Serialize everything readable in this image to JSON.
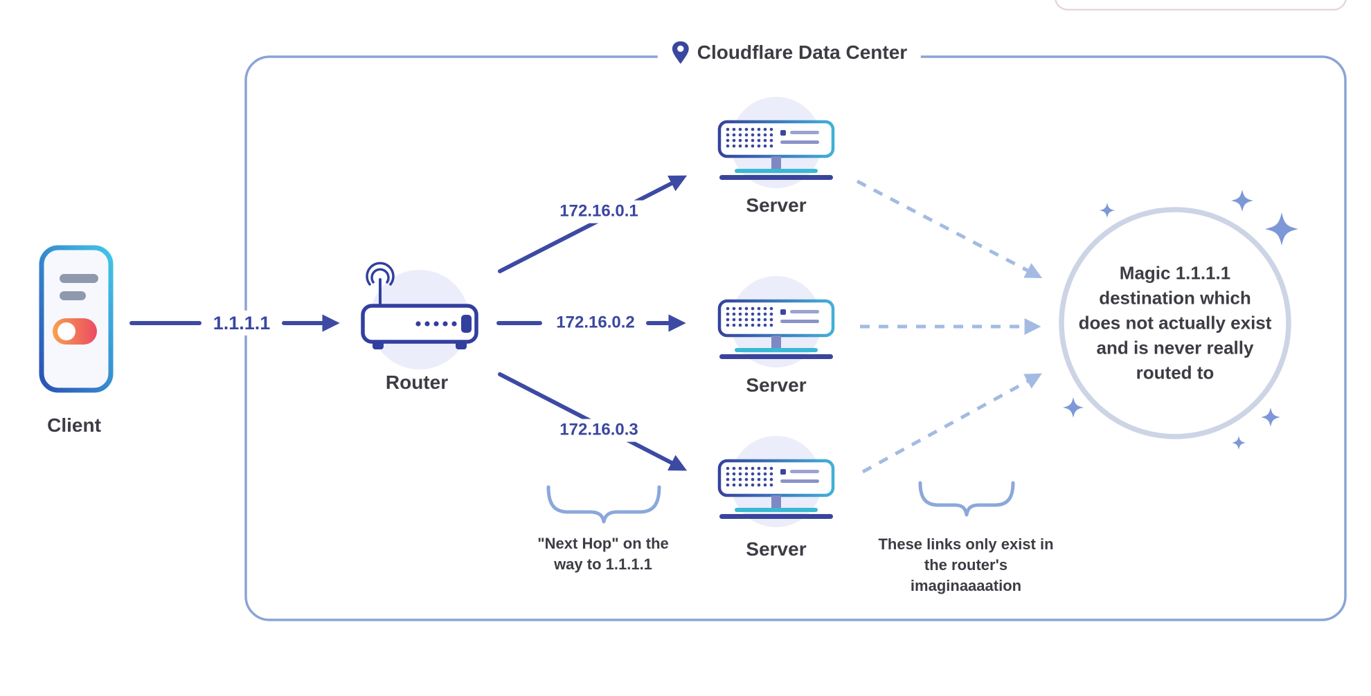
{
  "diagram": {
    "datacenter_title": "Cloudflare Data Center",
    "client": {
      "label": "Client",
      "request_ip": "1.1.1.1"
    },
    "router": {
      "label": "Router"
    },
    "routes": [
      {
        "ip": "172.16.0.1",
        "server": "Server"
      },
      {
        "ip": "172.16.0.2",
        "server": "Server"
      },
      {
        "ip": "172.16.0.3",
        "server": "Server"
      }
    ],
    "magic_destination": "Magic 1.1.1.1 destination which does not actually exist and is never really routed to",
    "annotations": {
      "next_hop": "\"Next Hop\" on the way to 1.1.1.1",
      "imaginary_links": "These links only exist in the router's imaginaaaation"
    },
    "colors": {
      "arrow_navy": "#3c4aa4",
      "ip_text_navy": "#3a479f",
      "dashed_link_blue": "#a3bbe2",
      "box_border_blue": "#8aa4d6",
      "brace_blue": "#8ba8da",
      "circle_border": "#ccd4e6",
      "text_dark": "#3c3c44",
      "icon_bg_lavender": "#ebedfa",
      "accent_teal": "#3ab8d4",
      "sparkle_blue": "#7e97d6",
      "toggle_orange": "#f7a14e",
      "toggle_red": "#eb4a64"
    }
  }
}
